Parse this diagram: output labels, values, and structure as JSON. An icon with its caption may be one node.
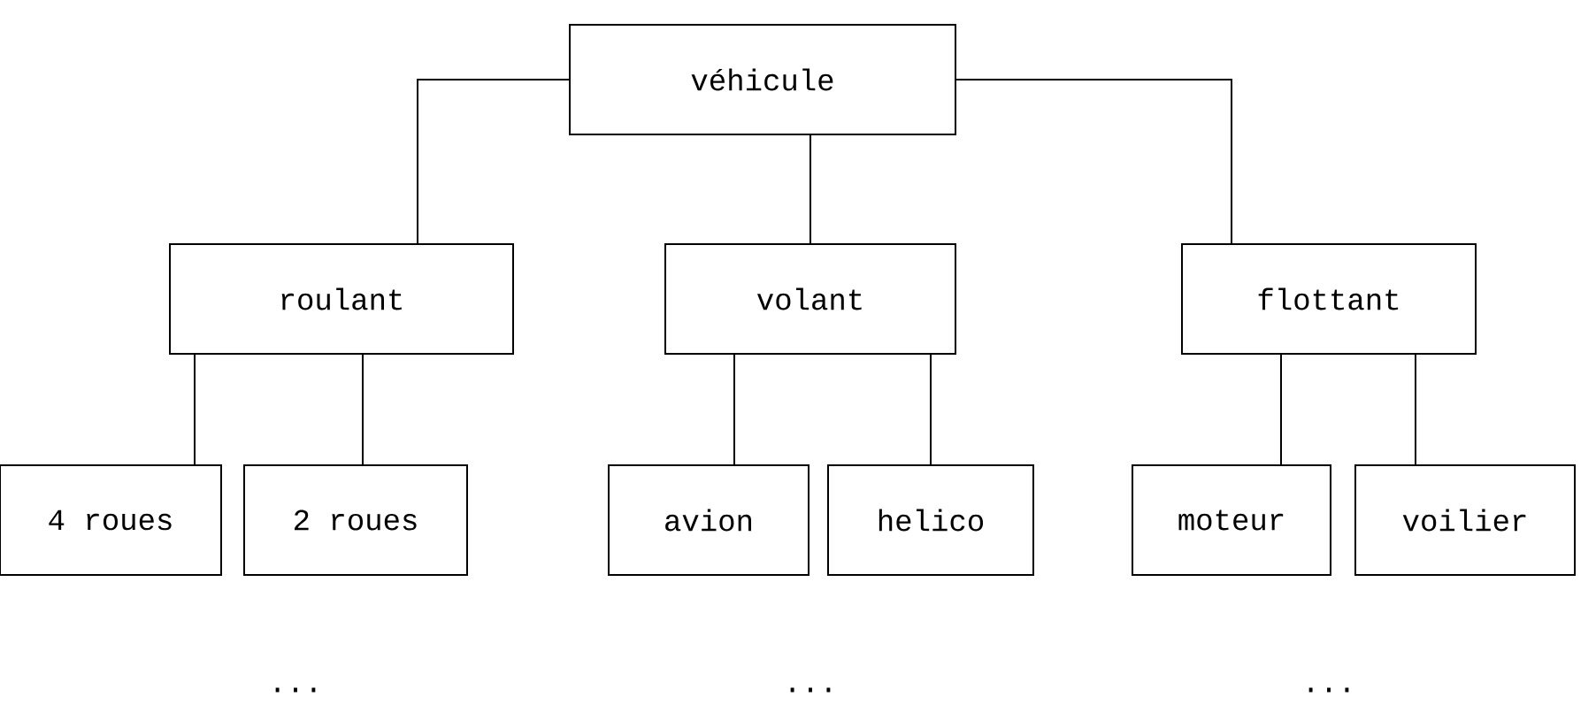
{
  "diagram": {
    "nodes": [
      {
        "text": [
          "véhicule"
        ]
      },
      {
        "text": [
          "roulant"
        ]
      },
      {
        "text": [
          "volant"
        ]
      },
      {
        "text": [
          "flottant"
        ]
      },
      {
        "text": [
          "4 roues"
        ]
      },
      {
        "text": [
          "2 roues"
        ]
      },
      {
        "text": [
          "avion"
        ]
      },
      {
        "text": [
          "helico"
        ]
      },
      {
        "text": [
          "moteur"
        ]
      },
      {
        "text": [
          "voilier"
        ]
      }
    ],
    "edges": [
      {
        "from": 0,
        "to": 1,
        "arrow": "none"
      },
      {
        "from": 0,
        "to": 2,
        "arrow": "none"
      },
      {
        "from": 0,
        "to": 3,
        "arrow": "none"
      },
      {
        "from": 1,
        "to": 4,
        "arrow": "none"
      },
      {
        "from": 1,
        "to": 5,
        "arrow": "none"
      },
      {
        "from": 2,
        "to": 6,
        "arrow": "none"
      },
      {
        "from": 2,
        "to": 7,
        "arrow": "none"
      },
      {
        "from": 3,
        "to": 8,
        "arrow": "none"
      },
      {
        "from": 3,
        "to": 9,
        "arrow": "none"
      }
    ],
    "labels": [
      "...",
      "...",
      "..."
    ]
  }
}
